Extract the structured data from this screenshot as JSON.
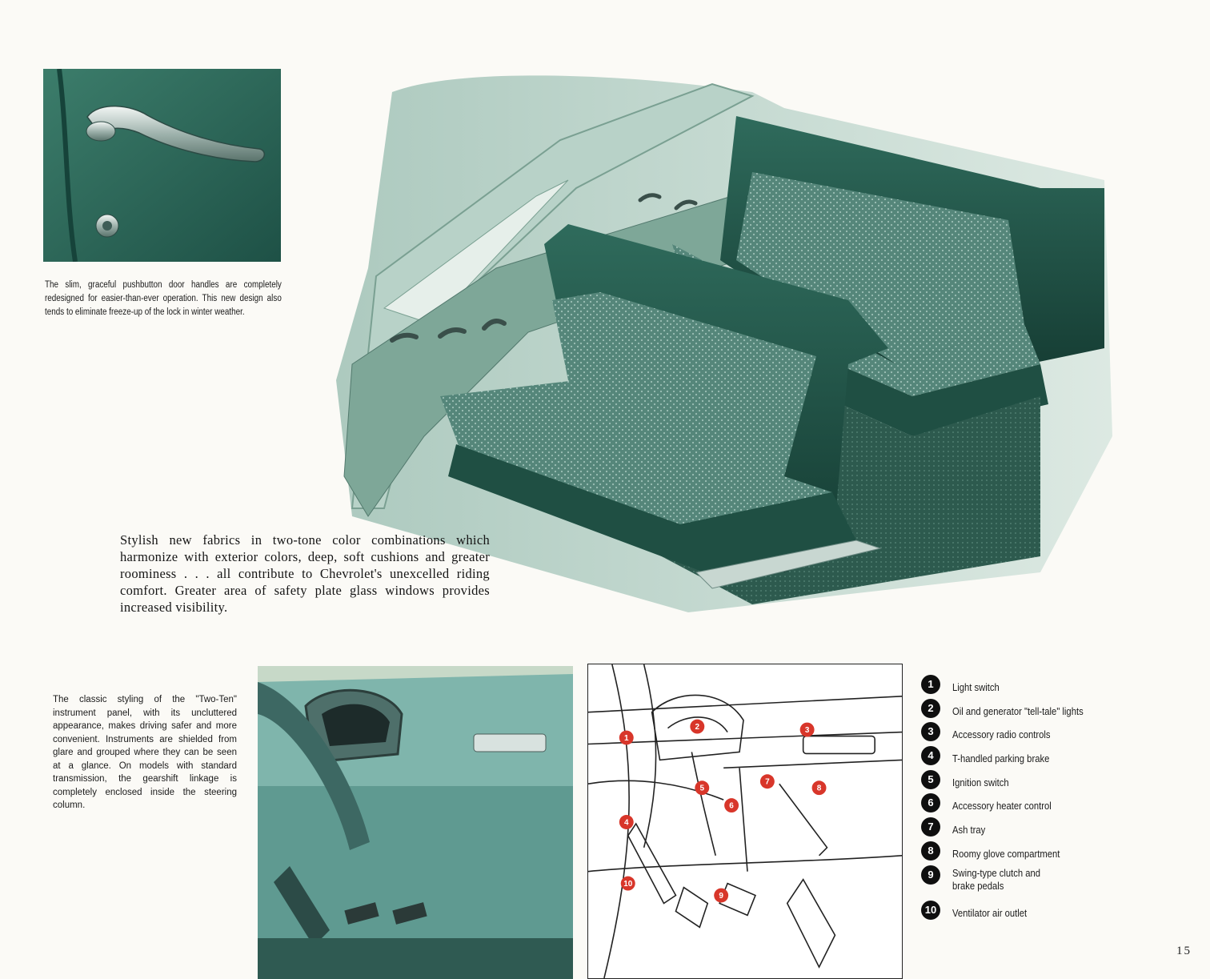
{
  "door_caption": "The slim, graceful pushbutton door handles are completely redesigned for easier-than-ever operation. This new design also tends to eliminate freeze-up of the lock in winter weather.",
  "fabric_caption": "Stylish new fabrics in two-tone color combinations which harmonize with exterior colors, deep, soft cushions and greater roominess . . . all contribute to Chevrolet's unexcelled riding comfort. Greater area of safety plate glass windows provides increased visibility.",
  "panel_caption": "The classic styling of the \"Two-Ten\" instrument panel, with its uncluttered appearance, makes driving safer and more convenient. Instruments are shielded from glare and grouped where they can be seen at a glance. On models with standard transmission, the gearshift linkage is completely enclosed inside the steering column.",
  "legend": [
    {
      "number": "1",
      "label": "Light switch"
    },
    {
      "number": "2",
      "label": "Oil and generator \"tell-tale\" lights"
    },
    {
      "number": "3",
      "label": "Accessory radio controls"
    },
    {
      "number": "4",
      "label": "T-handled parking brake"
    },
    {
      "number": "5",
      "label": "Ignition switch"
    },
    {
      "number": "6",
      "label": "Accessory heater control"
    },
    {
      "number": "7",
      "label": "Ash tray"
    },
    {
      "number": "8",
      "label": "Roomy glove compartment"
    },
    {
      "number": "9",
      "label": "Swing-type clutch and\nbrake pedals"
    },
    {
      "number": "10",
      "label": "Ventilator air outlet"
    }
  ],
  "diagram_markers": [
    "1",
    "2",
    "3",
    "4",
    "5",
    "6",
    "7",
    "8",
    "9",
    "10"
  ],
  "page_number": "15",
  "colors": {
    "upholstery_dark": "#1f4f43",
    "upholstery_light": "#5d8f80",
    "dash_teal": "#7fb5ac",
    "marker_red": "#d8362a"
  }
}
